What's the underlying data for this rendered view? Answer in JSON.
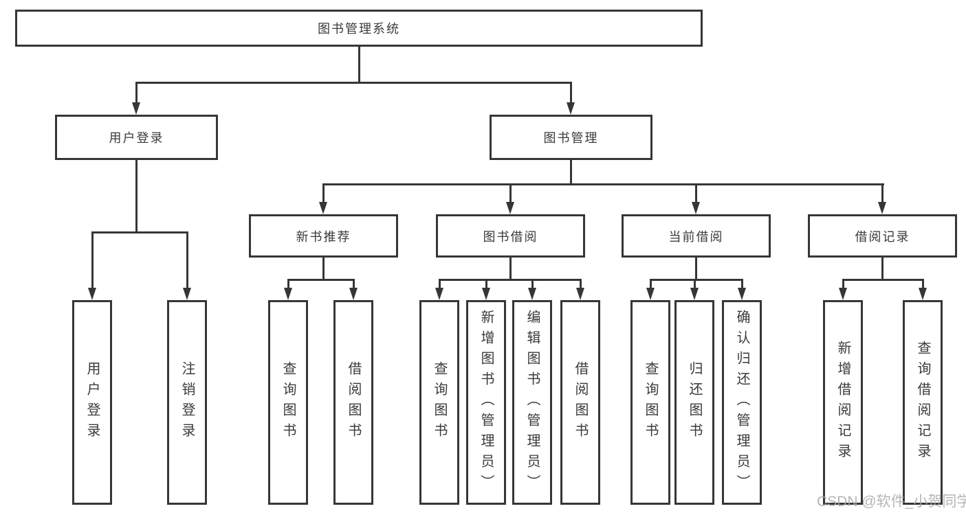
{
  "tree": {
    "label": "图书管理系统",
    "children": [
      {
        "label": "用户登录",
        "children": [
          {
            "label": "用户登录"
          },
          {
            "label": "注销登录"
          }
        ]
      },
      {
        "label": "图书管理",
        "children": [
          {
            "label": "新书推荐",
            "children": [
              {
                "label": "查询图书"
              },
              {
                "label": "借阅图书"
              }
            ]
          },
          {
            "label": "图书借阅",
            "children": [
              {
                "label": "查询图书"
              },
              {
                "label": "新增图书（管理员）"
              },
              {
                "label": "编辑图书（管理员）"
              },
              {
                "label": "借阅图书"
              }
            ]
          },
          {
            "label": "当前借阅",
            "children": [
              {
                "label": "查询图书"
              },
              {
                "label": "归还图书"
              },
              {
                "label": "确认归还（管理员）"
              }
            ]
          },
          {
            "label": "借阅记录",
            "children": [
              {
                "label": "新增借阅记录"
              },
              {
                "label": "查询借阅记录"
              }
            ]
          }
        ]
      }
    ]
  },
  "watermark": "CSDN @软件_小贺同学",
  "colors": {
    "line": "#363636",
    "text": "#3a3a3a",
    "watermark": "#a9a9a9",
    "background": "#ffffff"
  }
}
